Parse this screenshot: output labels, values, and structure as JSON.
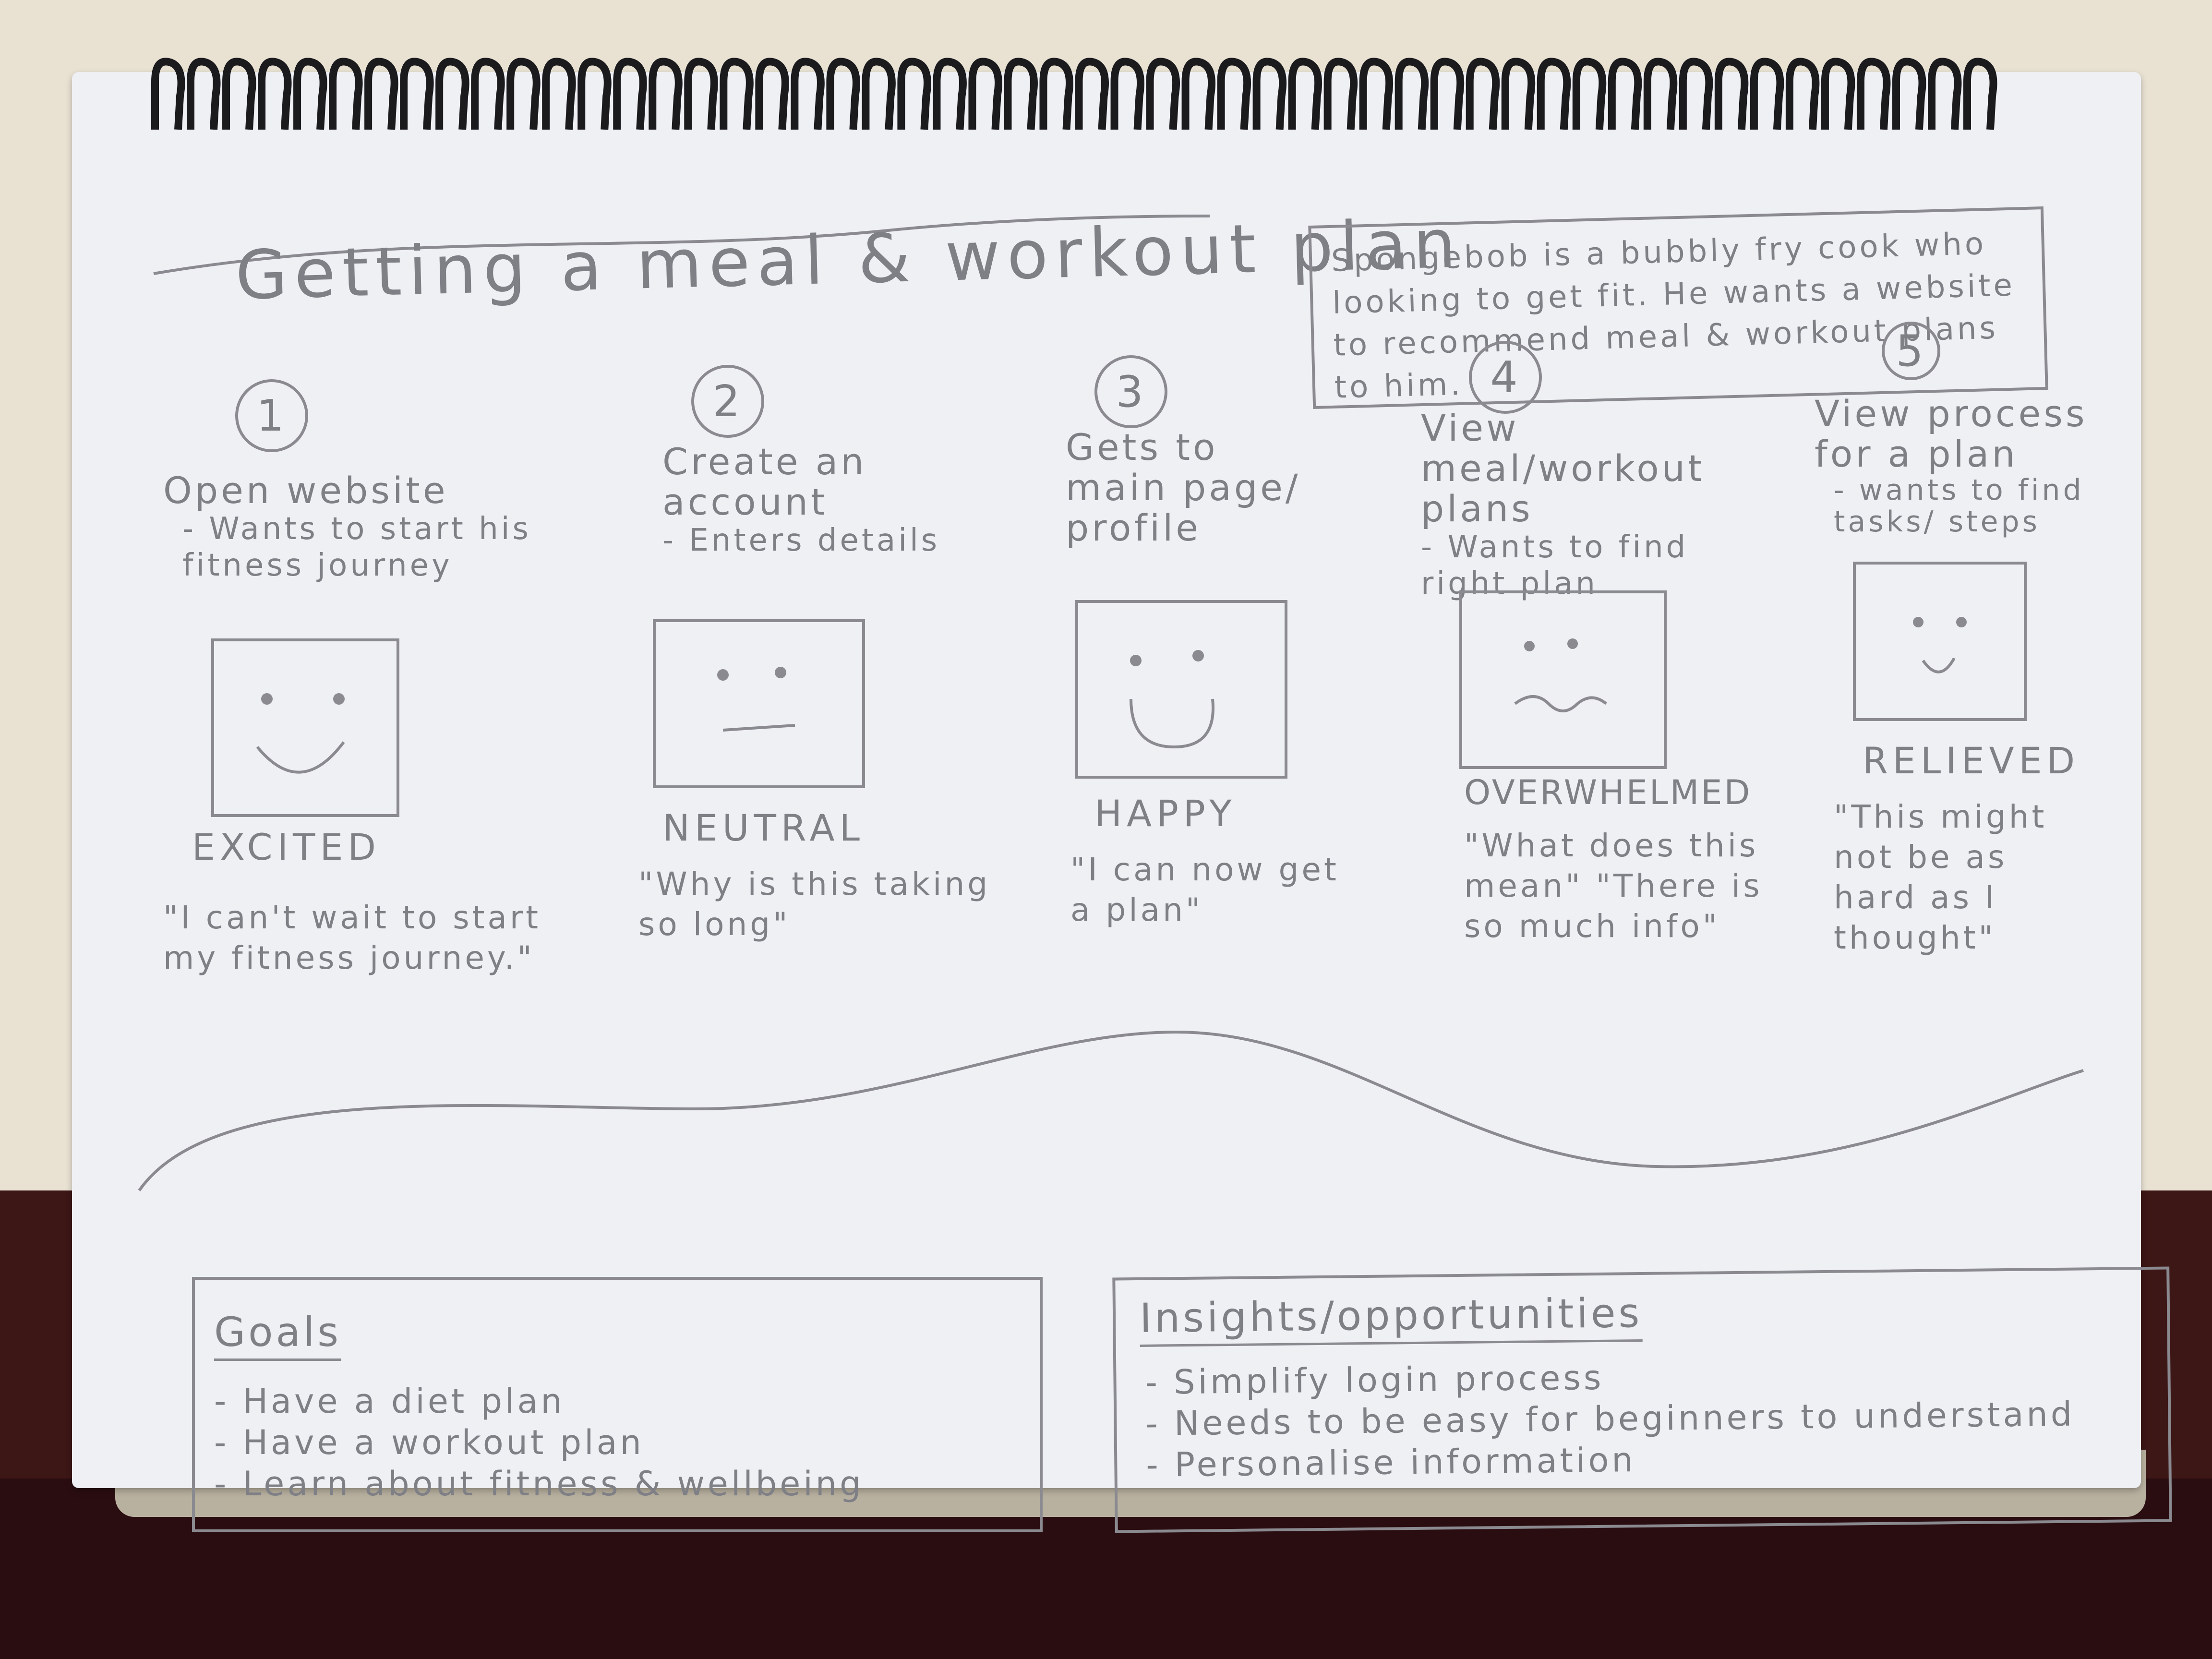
{
  "title": "Getting a meal & workout plan",
  "persona": "Spongebob is a bubbly fry cook who looking to get fit. He wants a website to recommend meal & workout plans to him.",
  "steps": [
    {
      "number": "1",
      "title": "Open website",
      "detail": "- Wants to start his fitness journey",
      "emotion": "EXCITED",
      "quote": "\"I can't wait to start my fitness journey.\""
    },
    {
      "number": "2",
      "title": "Create an account",
      "detail": "- Enters details",
      "emotion": "NEUTRAL",
      "quote": "\"Why is this taking so long\""
    },
    {
      "number": "3",
      "title": "Gets to main page/ profile",
      "detail": "",
      "emotion": "HAPPY",
      "quote": "\"I can now get a plan\""
    },
    {
      "number": "4",
      "title": "View meal/workout plans",
      "detail": "- Wants to find right plan",
      "emotion": "OVERWHELMED",
      "quote": "\"What does this mean\" \"There is so much info\""
    },
    {
      "number": "5",
      "title": "View process for a plan",
      "detail": "- wants to find tasks/ steps",
      "emotion": "RELIEVED",
      "quote": "\"This might not be as hard as I thought\""
    }
  ],
  "goals": {
    "heading": "Goals",
    "items": [
      "- Have a diet plan",
      "- Have a workout plan",
      "- Learn about fitness & wellbeing"
    ]
  },
  "insights": {
    "heading": "Insights/opportunities",
    "items": [
      "- Simplify login process",
      "- Needs to be easy for beginners to understand",
      "- Personalise information"
    ]
  },
  "colors": {
    "pencil": "#7f7f86",
    "paper": "#eef0f4",
    "ring": "#1b1b1e"
  },
  "faces": [
    "smile",
    "flat",
    "big-smile",
    "wavy",
    "small-smile"
  ]
}
